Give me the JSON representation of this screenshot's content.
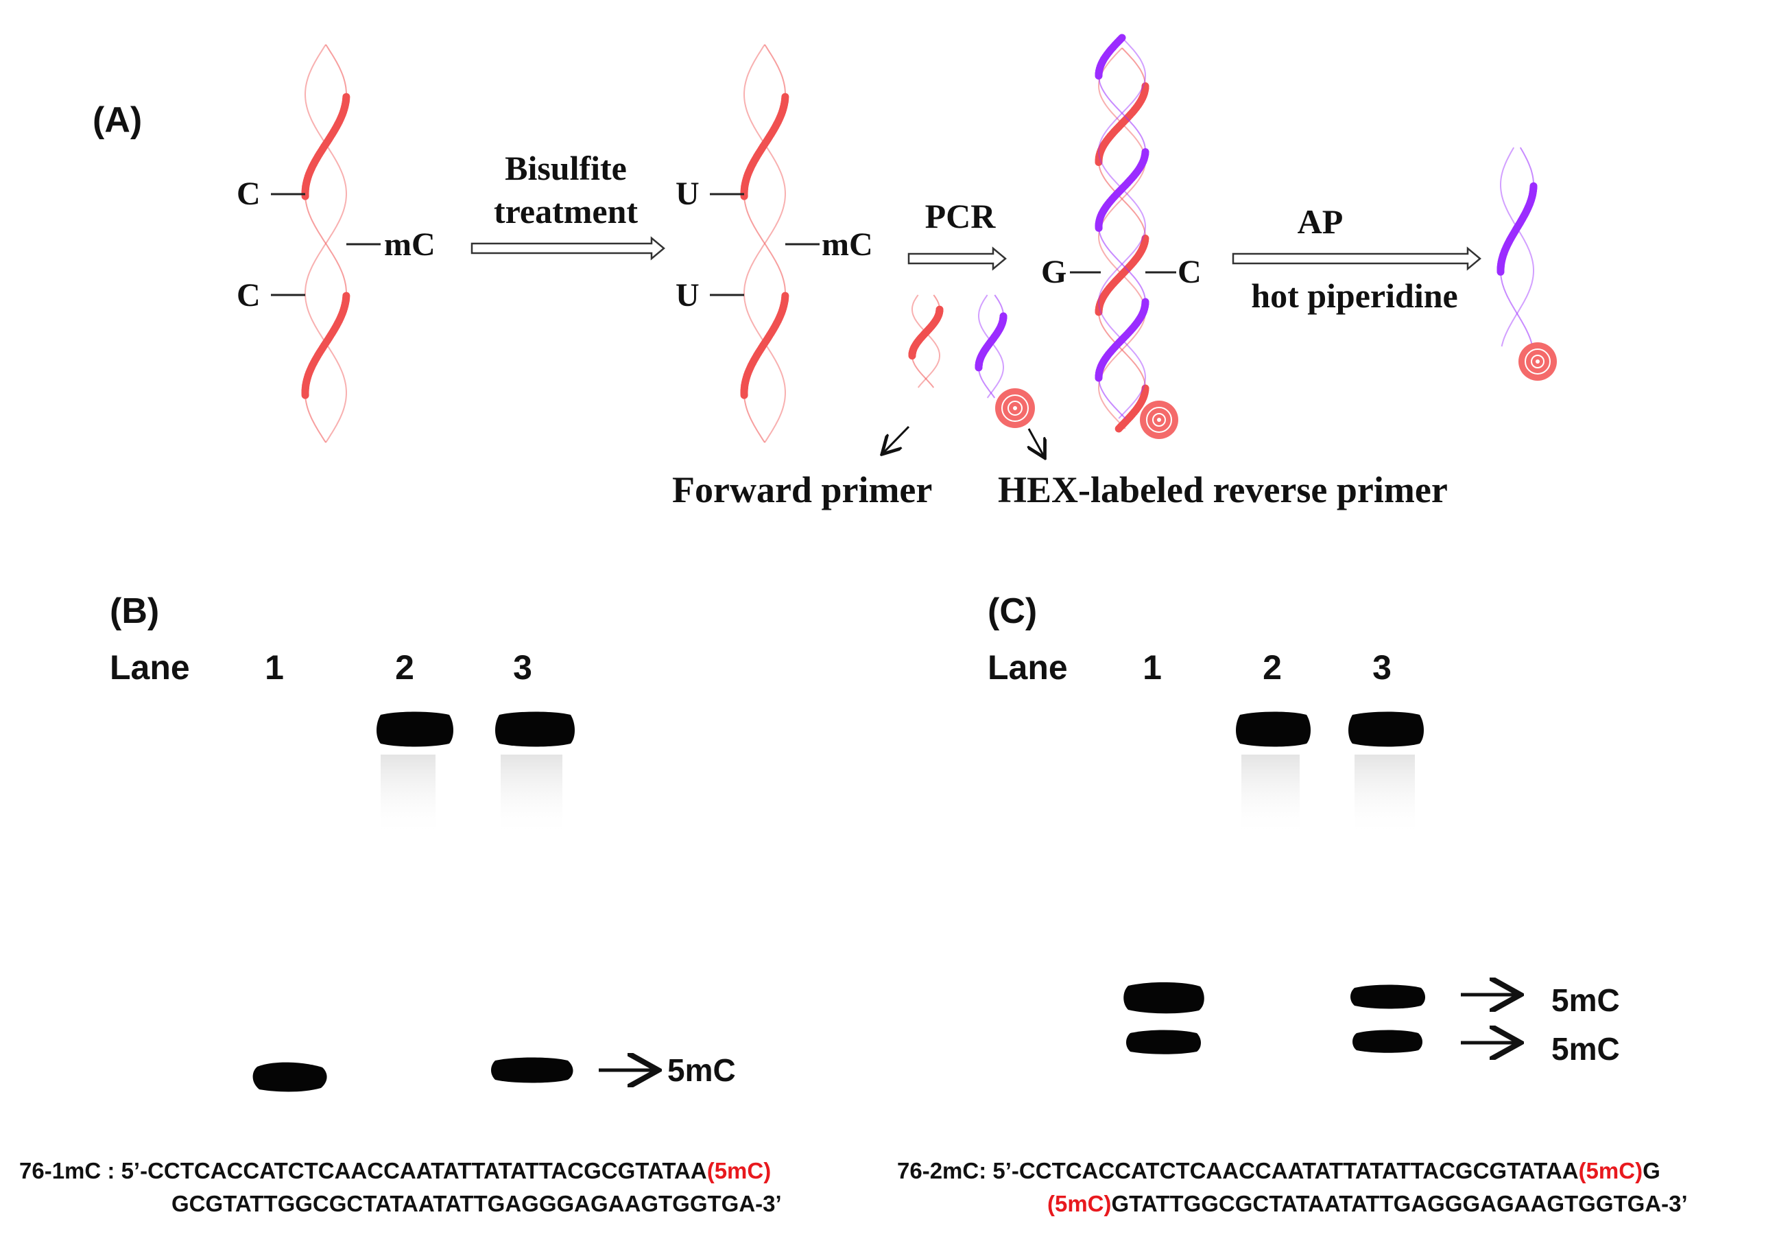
{
  "panel_a": {
    "label": "(A)",
    "strand_left_top_base": "C",
    "strand_left_bottom_base": "C",
    "strand_left_mark": "mC",
    "step1_line1": "Bisulfite",
    "step1_line2": "treatment",
    "strand_mid_top_base": "U",
    "strand_mid_bottom_base": "U",
    "strand_mid_mark": "mC",
    "step2": "PCR",
    "duplex_left": "G",
    "duplex_right": "C",
    "step3_line1": "AP",
    "step3_line2": "hot piperidine",
    "forward_primer_label": "Forward primer",
    "reverse_primer_label": "HEX-labeled reverse primer",
    "colors": {
      "template": "#f05050",
      "primer": "#9b2cff",
      "hex": "#e8191e"
    }
  },
  "panel_b": {
    "label": "(B)",
    "lane_header": "Lane",
    "lanes": [
      "1",
      "2",
      "3"
    ],
    "arrow_label": "5mC",
    "seq_name": "76-1mC : ",
    "seq_line1_prefix": "5’-CCTCACCATCTCAACCAATATTATATTACGCGTATAA",
    "seq_line1_mod": "(5mC)",
    "seq_line2": "GCGTATTGGCGCTATAATATTGAGGGAGAAGTGGTGA-3’"
  },
  "panel_c": {
    "label": "(C)",
    "lane_header": "Lane",
    "lanes": [
      "1",
      "2",
      "3"
    ],
    "arrow_label_upper": "5mC",
    "arrow_label_lower": "5mC",
    "seq_name": "76-2mC: ",
    "seq_line1_prefix": "5’-CCTCACCATCTCAACCAATATTATATTACGCGTATAA",
    "seq_line1_mod": "(5mC)",
    "seq_line1_suffix": "G",
    "seq_line2_mod": "(5mC)",
    "seq_line2": "GTATTGGCGCTATAATATTGAGGGAGAAGTGGTGA-3’"
  }
}
